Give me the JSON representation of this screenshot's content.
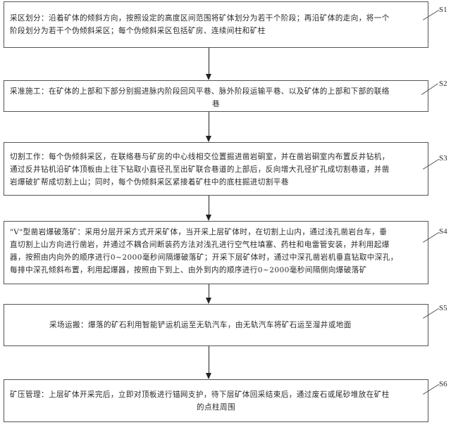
{
  "steps": [
    {
      "id": "S1",
      "lines": [
        "采区划分：沿着矿体的倾斜方向，按照设定的高度区间范围将矿体划分为若干个阶段；再沿矿体的走向，将一个",
        "阶段划分为若干个伪倾斜采区；每个伪倾斜采区包括矿房、连续间柱和矿柱"
      ]
    },
    {
      "id": "S2",
      "lines": [
        "采准施工：在矿体的上部和下部分别掘进脉内阶段回风平巷、脉外阶段运输平巷、以及矿体的上部和下部的联络",
        "巷"
      ]
    },
    {
      "id": "S3",
      "lines": [
        "切割工作：每个伪倾斜采区，在联络巷与矿房的中心线相交位置掘进凿岩硐室，并在凿岩硐室内布置反井钻机，",
        "通过反井钻机沿矿体顶板由上往下钻取小直径孔至出矿联合巷道的上部后，反向增大孔径扩孔成切割巷道，并凿",
        "岩爆破扩帮成切割上山；同时，每个伪倾斜采区紧接着矿柱中的底柱掘进切割平巷"
      ]
    },
    {
      "id": "S4",
      "lines": [
        "\"V\"型凿岩爆破落矿：采用分层开采方式开采矿体，当开采上层矿体时，在切割上山内，通过浅孔凿岩台车，垂",
        "直切割上山方向进行凿岩，并通过不耦合间断装药方法对浅孔进行空气柱填塞、药柱和电雷管安装，并利用起爆",
        "器，按照由内向外的顺序进行0~2000毫秒间隔爆破落矿；开采下层矿体时，通过中深孔凿岩机垂直钻取中深孔，",
        "每排中深孔倾斜布置，利用起爆器，按照由下到上、由外到内的顺序进行0~2000毫秒间隔侧向爆破落矿"
      ]
    },
    {
      "id": "S5",
      "lines": [
        "采场运搬：爆落的矿石利用智能铲运机运至无轨汽车，由无轨汽车将矿石运至溜井或地面"
      ]
    },
    {
      "id": "S6",
      "lines": [
        "矿压管理：上层矿体开采完后，立即对顶板进行锚网支护，待下层矿体回采结束后，通过废石或尾砂堆放在矿柱",
        "的点柱周围"
      ]
    }
  ]
}
